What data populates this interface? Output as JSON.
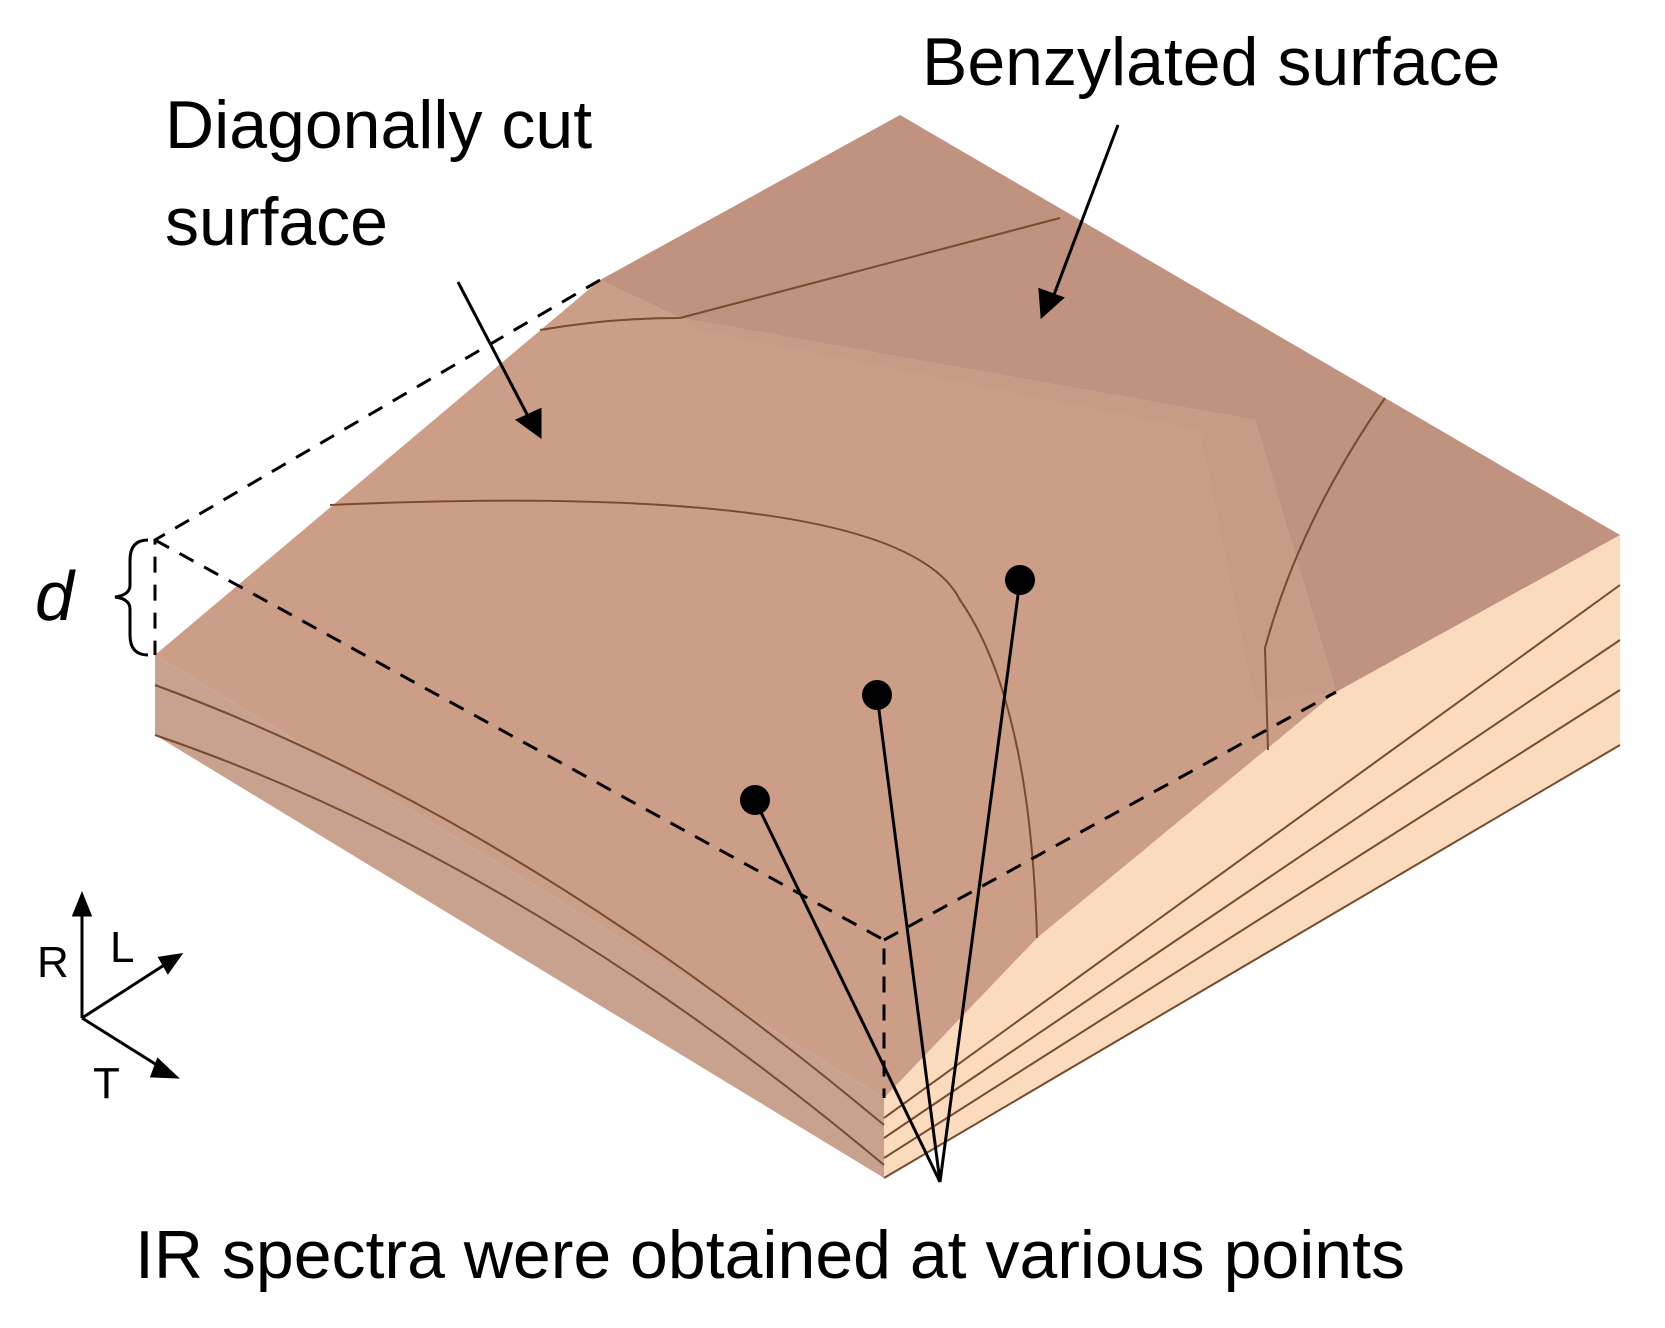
{
  "labels": {
    "benzylated": "Benzylated surface",
    "diagonal_line1": "Diagonally cut",
    "diagonal_line2": "surface",
    "ir_spectra": "IR spectra were obtained at various points",
    "depth": "d"
  },
  "axes": {
    "radial": "R",
    "longitudinal": "L",
    "tangential": "T"
  },
  "colors": {
    "top_left_face": "#cc9e88",
    "top_right_face": "#c0927f",
    "left_side": "#c9a28f",
    "right_side": "#fbdbbd",
    "growth_line": "#7a4a2c",
    "ink": "#000000"
  },
  "measurement_points": 3
}
